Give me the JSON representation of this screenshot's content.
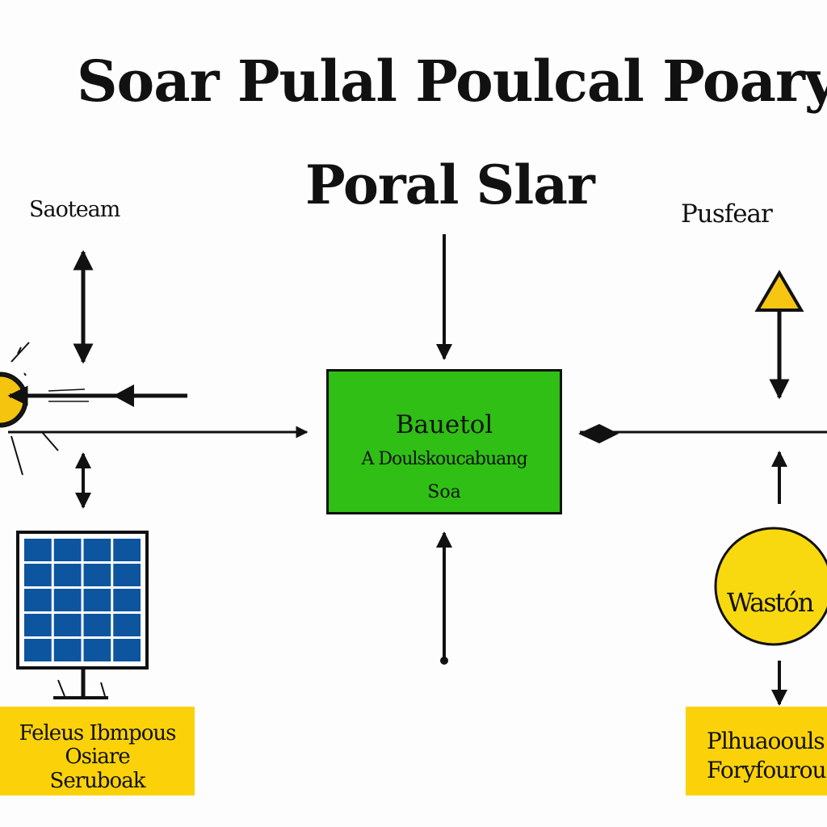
{
  "title": "Soar Pulal Poulcal Poary",
  "subtitle": "Poral Slar",
  "labels": {
    "top_left": "Saoteam",
    "top_right": "Pusfear"
  },
  "center_box": {
    "line1": "Bauetol",
    "line2": "A Doulskoucabuang",
    "line3": "Soa"
  },
  "bottom_left_box": {
    "line1": "Feleus Ibmpous",
    "line2": "Osiare",
    "line3": "Seruboak"
  },
  "bottom_right_box": {
    "line1": "Plhuaoouls",
    "line2": "Foryfourou"
  },
  "circle_label": "Wastón",
  "colors": {
    "center_box": "#2fbf15",
    "label_boxes": "#fbd20a",
    "circle": "#f8d90f",
    "panel_cells": "#0d559e",
    "line": "#111111",
    "background": "#fdfdfd"
  },
  "icons": [
    "sun-icon",
    "solar-panel-icon",
    "triangle-arrow-icon"
  ]
}
